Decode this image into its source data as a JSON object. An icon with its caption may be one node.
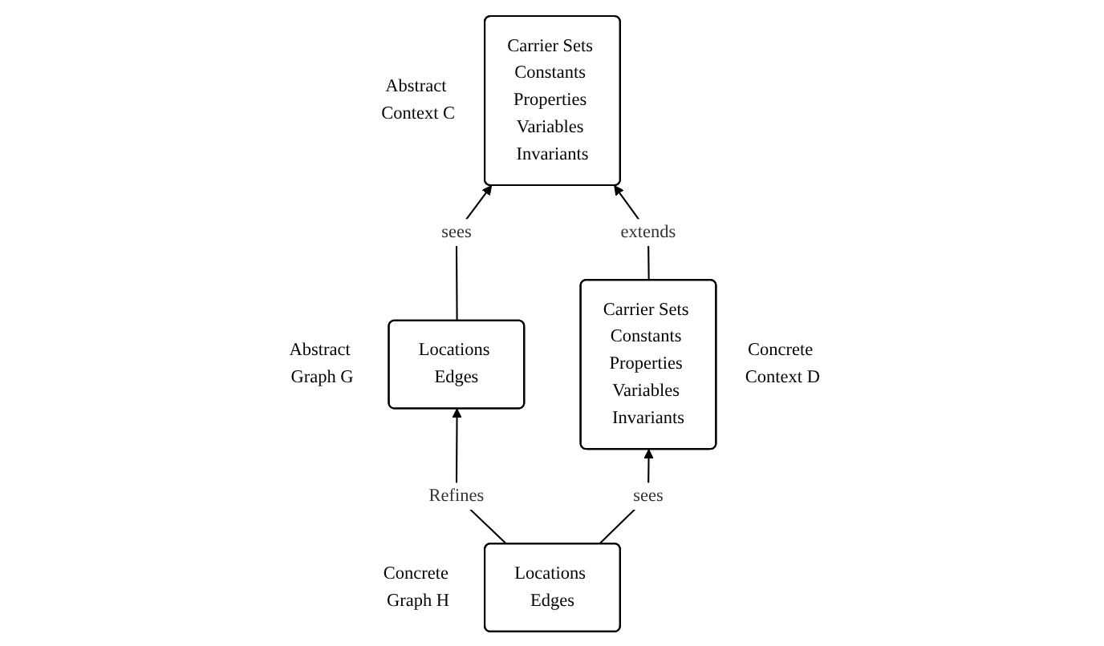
{
  "diagram": {
    "nodes": [
      {
        "text": [
          "Carrier Sets Constants Properties Variables Invariants"
        ],
        "beside": [
          "Abstract Context C"
        ]
      },
      {
        "text": [
          "Locations Edges"
        ],
        "beside": [
          "Abstract Graph G"
        ]
      },
      {
        "text": [
          "Carrier Sets Constants Properties Variables Invariants"
        ],
        "beside": [
          "Concrete Context D"
        ]
      },
      {
        "text": [
          "Locations Edges"
        ],
        "beside": [
          "Concrete Graph H"
        ]
      }
    ],
    "edges": [
      {
        "from": 1,
        "to": 0,
        "arrow": "to",
        "label": "sees"
      },
      {
        "from": 2,
        "to": 0,
        "arrow": "to",
        "label": "extends"
      },
      {
        "from": 3,
        "to": 1,
        "arrow": "to",
        "label": "Refines"
      },
      {
        "from": 3,
        "to": 2,
        "arrow": "to",
        "label": "sees"
      }
    ]
  }
}
